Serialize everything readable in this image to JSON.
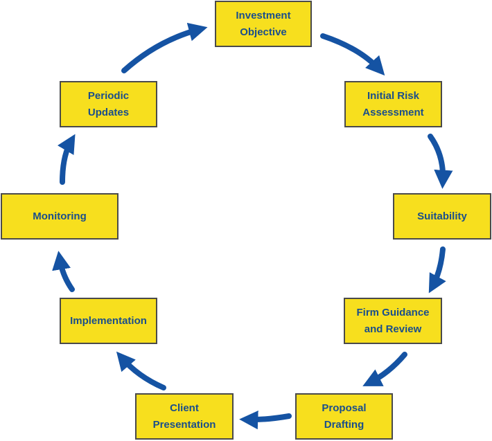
{
  "diagram": {
    "colors": {
      "box_fill": "#f7df1e",
      "box_border": "#4a4a4a",
      "label_text": "#1a4e8c",
      "arrow": "#1553a3"
    },
    "steps": [
      {
        "label": "Investment\nObjective"
      },
      {
        "label": "Initial Risk\nAssessment"
      },
      {
        "label": "Suitability"
      },
      {
        "label": "Firm Guidance\nand Review"
      },
      {
        "label": "Proposal\nDrafting"
      },
      {
        "label": "Client\nPresentation"
      },
      {
        "label": "Implementation"
      },
      {
        "label": "Monitoring"
      },
      {
        "label": "Periodic\nUpdates"
      }
    ]
  }
}
